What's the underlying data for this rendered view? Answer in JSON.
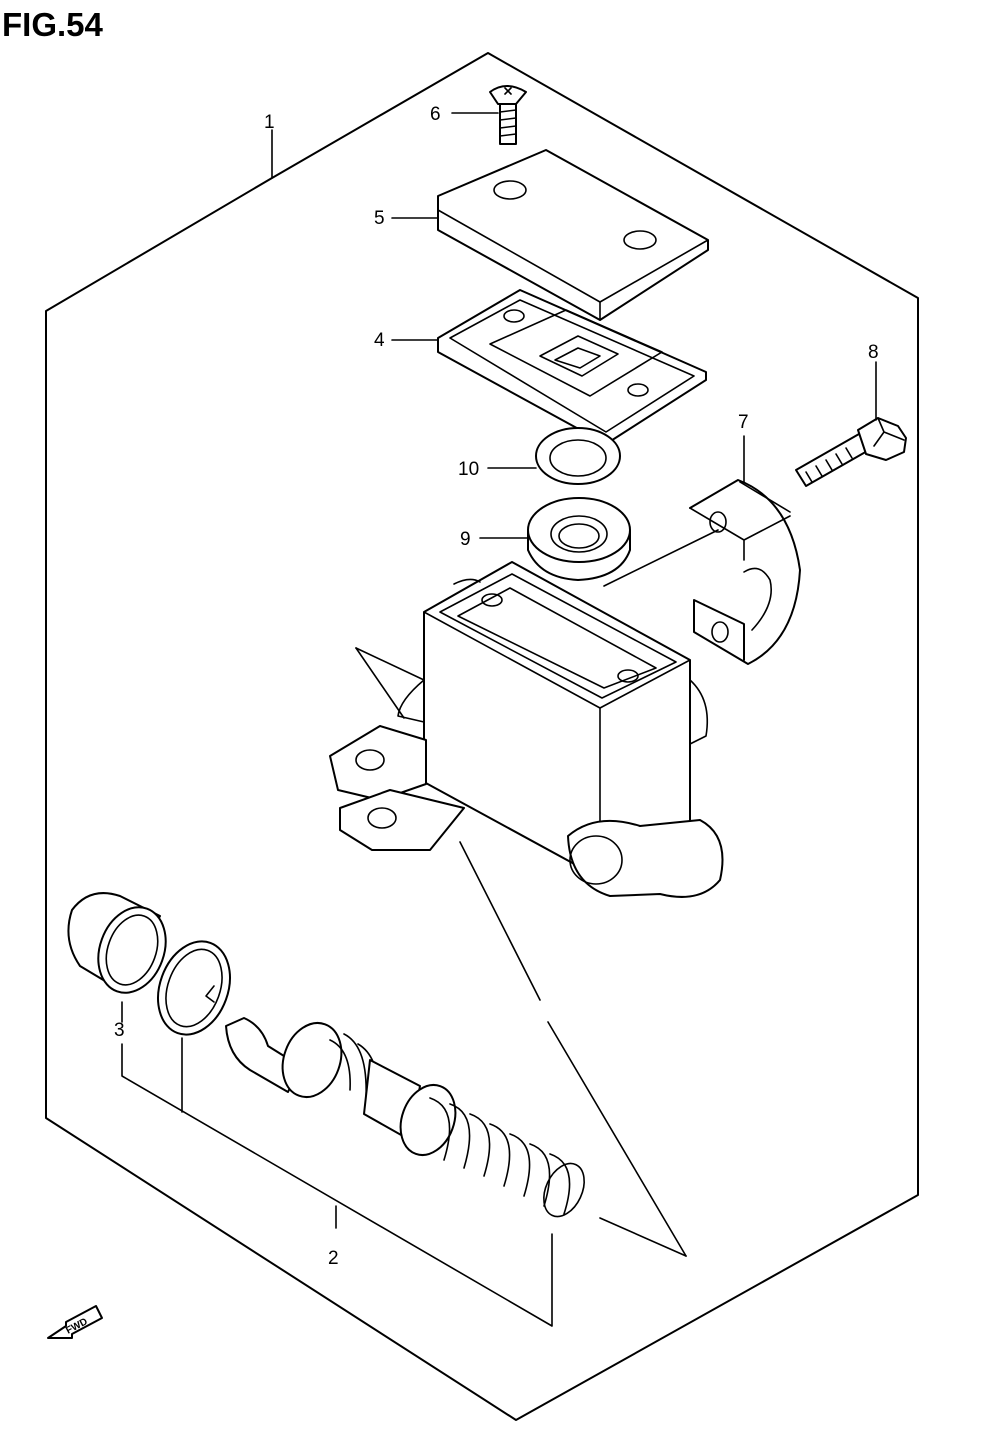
{
  "figure": {
    "title": "FIG.54"
  },
  "callouts": [
    {
      "id": "1",
      "label": "1"
    },
    {
      "id": "2",
      "label": "2"
    },
    {
      "id": "3",
      "label": "3"
    },
    {
      "id": "4",
      "label": "4"
    },
    {
      "id": "5",
      "label": "5"
    },
    {
      "id": "6",
      "label": "6"
    },
    {
      "id": "7",
      "label": "7"
    },
    {
      "id": "8",
      "label": "8"
    },
    {
      "id": "9",
      "label": "9"
    },
    {
      "id": "10",
      "label": "10"
    }
  ],
  "direction_marker": {
    "label": "FWD",
    "icon": "fwd-arrow-icon"
  }
}
